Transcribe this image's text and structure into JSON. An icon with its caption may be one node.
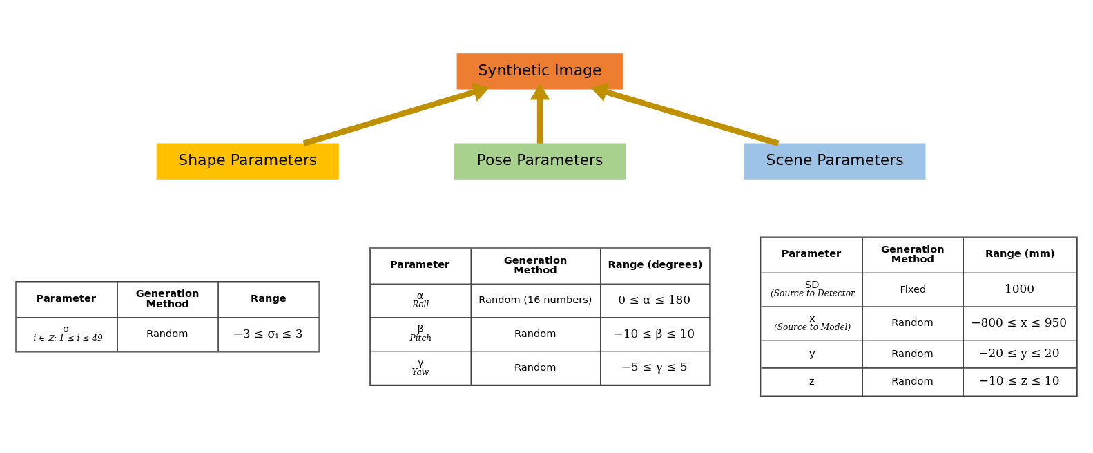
{
  "diagram": {
    "nodes": [
      {
        "text": [
          "Synthetic Image"
        ]
      },
      {
        "text": [
          "Shape Parameters"
        ]
      },
      {
        "text": [
          "Pose Parameters"
        ]
      },
      {
        "text": [
          "Scene Parameters"
        ]
      }
    ],
    "edges": [
      {
        "from": 1,
        "to": 0,
        "arrow": "to"
      },
      {
        "from": 2,
        "to": 0,
        "arrow": "to"
      },
      {
        "from": 3,
        "to": 0,
        "arrow": "to"
      }
    ],
    "labels": [
      "Parameter",
      "Generation Method",
      "Range",
      "σᵢ",
      "i ∈ ℤ: 1 ≤ i ≤ 49",
      "Random",
      "−3 ≤ σᵢ ≤ 3",
      "Parameter",
      "Generation Method",
      "Range (degrees)",
      "α",
      "Roll",
      "Random (16 numbers)",
      "0 ≤ α ≤ 180",
      "β",
      "Pitch",
      "Random",
      "−10 ≤ β ≤ 10",
      "γ",
      "Yaw",
      "Random",
      "−5 ≤ γ ≤ 5",
      "Parameter",
      "Generation Method",
      "Range (mm)",
      "SD",
      "(Source to Detector",
      "Fixed",
      "1000",
      "x",
      "(Source to Model)",
      "Random",
      "−800 ≤ x ≤ 950",
      "y",
      "Random",
      "−20 ≤ y ≤ 20",
      "z",
      "Random",
      "−10 ≤ z ≤ 10"
    ]
  }
}
